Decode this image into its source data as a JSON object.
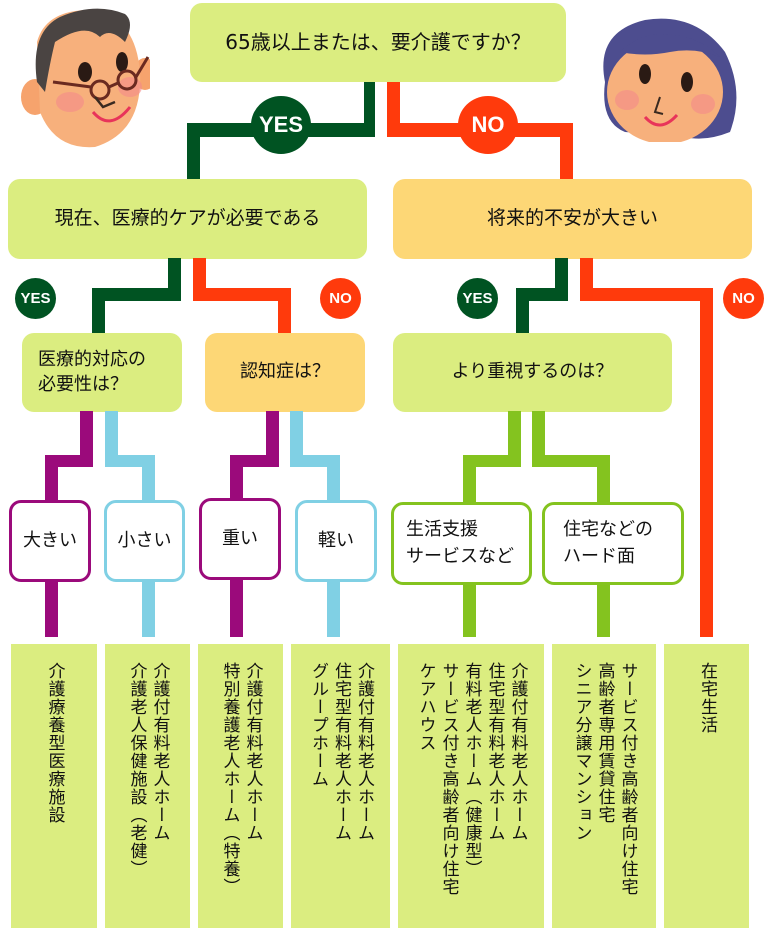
{
  "question1": "65歳以上または、要介護ですか？",
  "yes": "YES",
  "no": "NO",
  "question2_yes": "現在、医療的ケアが必要である",
  "question2_no": "将来的不安が大きい",
  "question3_medical": [
    "医療的対応の",
    "必要性は？"
  ],
  "question3_dementia": "認知症は？",
  "question3_priority": "より重視するのは？",
  "options": {
    "large": "大きい",
    "small": "小さい",
    "heavy": "重い",
    "light": "軽い",
    "life_support": [
      "生活支援",
      "サービスなど"
    ],
    "housing": [
      "住宅などの",
      "ハード面"
    ]
  },
  "results": [
    [
      "介護療養型医療施設"
    ],
    [
      "介護付有料老人ホーム",
      "介護老人保健施設（老健）"
    ],
    [
      "介護付有料老人ホーム",
      "特別養護老人ホーム（特養）"
    ],
    [
      "介護付有料老人ホーム",
      "住宅型有料老人ホーム",
      "グループホーム"
    ],
    [
      "介護付有料老人ホーム",
      "住宅型有料老人ホーム",
      "有料老人ホーム（健康型）",
      "サービス付き高齢者向け住宅",
      "ケアハウス"
    ],
    [
      "サービス付き高齢者向け住宅",
      "高齢者専用賃貸住宅",
      "シニア分譲マンション"
    ],
    [
      "在宅生活"
    ]
  ],
  "colors": {
    "yes": "#005322",
    "no": "#ff3a0c",
    "green_box": "#dbed80",
    "orange_box": "#fdd776",
    "purple": "#9b0a7b",
    "light_blue": "#80d0e4",
    "lime": "#84c31f"
  }
}
